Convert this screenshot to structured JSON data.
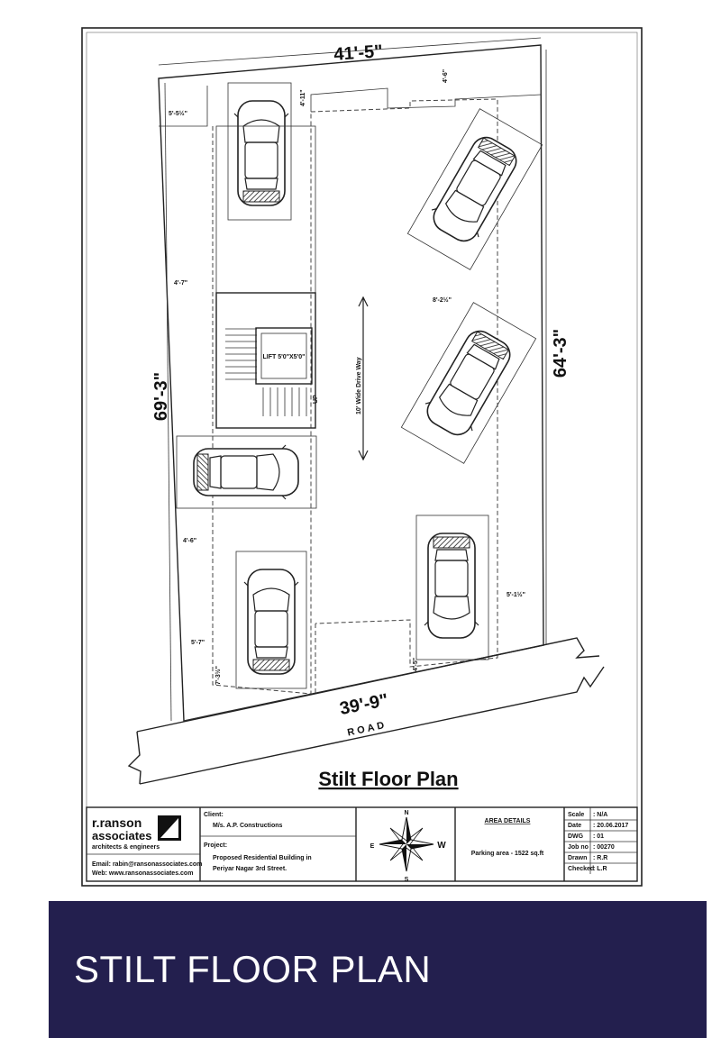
{
  "plan": {
    "dim_top": "41'-5\"",
    "dim_bottom": "39'-9\"",
    "dim_left": "69'-3\"",
    "dim_right": "64'-3\"",
    "small_dims": [
      "5'-5½\"",
      "4'-7\"",
      "4'-6\"",
      "5'-7\"",
      "7'-3½\"",
      "8'-2½\"",
      "5'-1½\"",
      "4'-5\"",
      "4'-6\"",
      "4'-11\""
    ],
    "driveway_label": "10' Wide Drive Way",
    "lift_label": "LIFT 5'0\"X5'0\"",
    "up_label": "UP",
    "road_label": "ROAD",
    "title": "Stilt  Floor Plan"
  },
  "titleblock": {
    "logo_line1": "r.ranson",
    "logo_line2": "associates",
    "logo_tagline": "architects & engineers",
    "contact_email": "Email: rabin@ransonassociates.com",
    "contact_web": "Web: www.ransonassociates.com",
    "client_label": "Client:",
    "client_name": "M/s. A.P. Constructions",
    "project_label": "Project:",
    "project_line1": "Proposed Residential Building in",
    "project_line2": "Periyar Nagar 3rd Street.",
    "compass_n": "N",
    "compass_s": "S",
    "compass_e": "E",
    "compass_w": "W",
    "area_heading": "AREA DETAILS",
    "area_text": "Parking area - 1522 sq.ft",
    "meta": [
      {
        "k": "Scale",
        "v": ": N/A"
      },
      {
        "k": "Date",
        "v": ": 20.06.2017"
      },
      {
        "k": "DWG",
        "v": ": 01"
      },
      {
        "k": "Job no",
        "v": ": 00270"
      },
      {
        "k": "Drawn",
        "v": ": R.R"
      },
      {
        "k": "Checked",
        "v": ": L.R"
      }
    ]
  },
  "caption": "STILT FLOOR PLAN"
}
